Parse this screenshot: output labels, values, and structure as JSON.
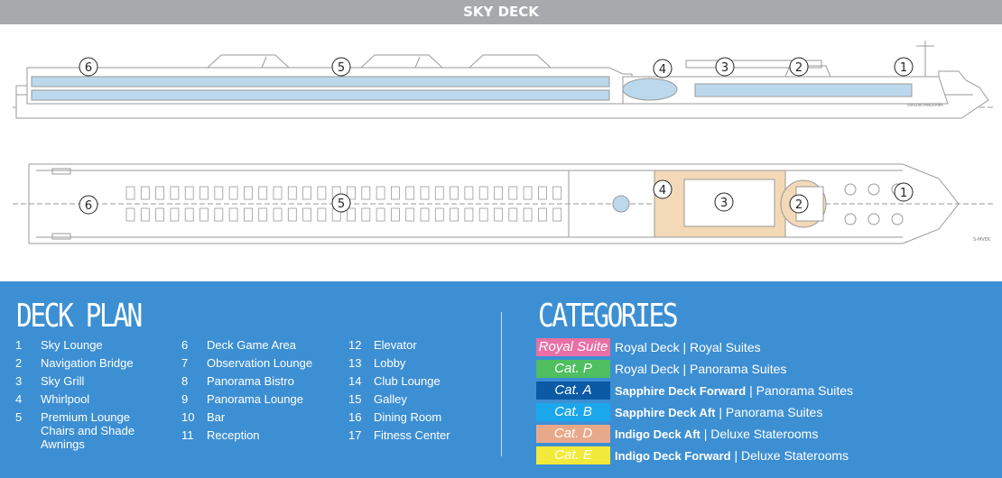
{
  "header": {
    "title": "SKY DECK"
  },
  "diagram": {
    "side_markers": [
      "6",
      "5",
      "4",
      "3",
      "2",
      "1"
    ],
    "plan_markers": [
      "6",
      "5",
      "4",
      "3",
      "2",
      "1"
    ],
    "hull_text": "AVALON PANORAMA",
    "scale_text": "S-MVEK",
    "colors": {
      "line": "#9a9a9a",
      "window": "#bcd8ec",
      "sundeck": "#f3d9b8"
    }
  },
  "deck_plan": {
    "heading": "DECK PLAN",
    "items": [
      {
        "num": "1",
        "label": "Sky Lounge"
      },
      {
        "num": "2",
        "label": "Navigation Bridge"
      },
      {
        "num": "3",
        "label": "Sky Grill"
      },
      {
        "num": "4",
        "label": "Whirlpool"
      },
      {
        "num": "5",
        "label": "Premium Lounge Chairs and Shade Awnings"
      },
      {
        "num": "6",
        "label": "Deck Game Area"
      },
      {
        "num": "7",
        "label": "Observation Lounge"
      },
      {
        "num": "8",
        "label": "Panorama Bistro"
      },
      {
        "num": "9",
        "label": "Panorama Lounge"
      },
      {
        "num": "10",
        "label": "Bar"
      },
      {
        "num": "11",
        "label": "Reception"
      },
      {
        "num": "12",
        "label": "Elevator"
      },
      {
        "num": "13",
        "label": "Lobby"
      },
      {
        "num": "14",
        "label": "Club Lounge"
      },
      {
        "num": "15",
        "label": "Galley"
      },
      {
        "num": "16",
        "label": "Dining Room"
      },
      {
        "num": "17",
        "label": "Fitness Center"
      }
    ]
  },
  "categories": {
    "heading": "CATEGORIES",
    "items": [
      {
        "badge": "Royal Suite",
        "color": "#e96fa5",
        "deck": "Royal Deck",
        "sep": " | ",
        "desc": "Royal Suites",
        "bold": false
      },
      {
        "badge": "Cat. P",
        "color": "#4fbf5f",
        "deck": "Royal Deck",
        "sep": " | ",
        "desc": "Panorama Suites",
        "bold": false
      },
      {
        "badge": "Cat. A",
        "color": "#0b5aa6",
        "deck": "Sapphire Deck Forward",
        "sep": " | ",
        "desc": "Panorama Suites",
        "bold": true
      },
      {
        "badge": "Cat. B",
        "color": "#1aa7ec",
        "deck": "Sapphire Deck Aft",
        "sep": " | ",
        "desc": "Panorama Suites",
        "bold": true
      },
      {
        "badge": "Cat. D",
        "color": "#e8a98a",
        "deck": "Indigo Deck Aft",
        "sep": " | ",
        "desc": "Deluxe Staterooms",
        "bold": true
      },
      {
        "badge": "Cat. E",
        "color": "#f2ea3a",
        "deck": "Indigo Deck Forward",
        "sep": " | ",
        "desc": "Deluxe Staterooms",
        "bold": true
      }
    ]
  }
}
